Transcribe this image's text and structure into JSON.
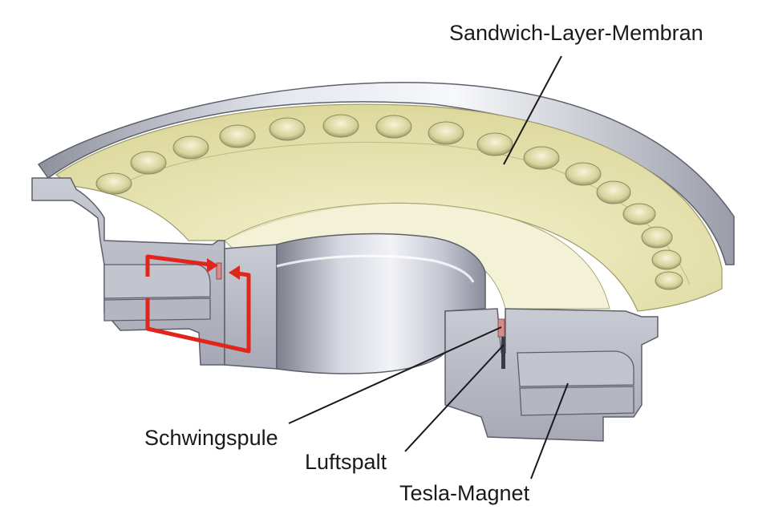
{
  "labels": {
    "membrane": "Sandwich-Layer-Membran",
    "coil": "Schwingspule",
    "gap": "Luftspalt",
    "magnet": "Tesla-Magnet"
  },
  "colors": {
    "metal_light": "#e6e8ef",
    "metal_mid": "#b9bcc8",
    "metal_dark": "#6d707c",
    "membrane": "#ece9b8",
    "membrane_dark": "#cfcb8c",
    "flux_arrow": "#e0261c",
    "leader_line": "#1a1a1a"
  }
}
